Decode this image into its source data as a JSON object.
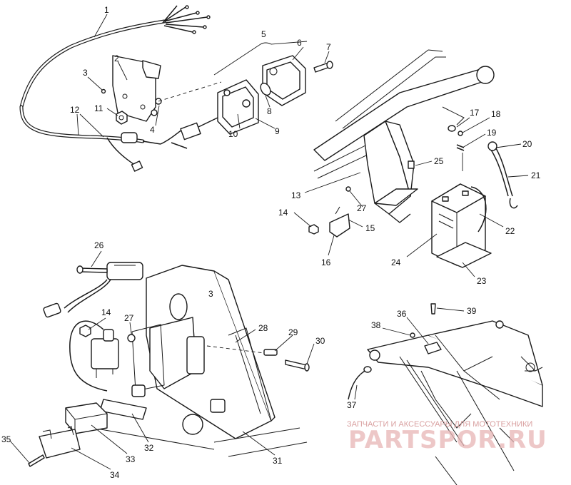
{
  "callouts": {
    "c1": "1",
    "c2": "2",
    "c3": "3",
    "c3b": "3",
    "c4": "4",
    "c5": "5",
    "c6": "6",
    "c7": "7",
    "c8": "8",
    "c9": "9",
    "c10": "10",
    "c11": "11",
    "c12": "12",
    "c13": "13",
    "c14": "14",
    "c14b": "14",
    "c15": "15",
    "c16": "16",
    "c17": "17",
    "c18": "18",
    "c19": "19",
    "c20": "20",
    "c21": "21",
    "c22": "22",
    "c23": "23",
    "c24": "24",
    "c25": "25",
    "c26": "26",
    "c27": "27",
    "c27b": "27",
    "c28": "28",
    "c29": "29",
    "c30": "30",
    "c31": "31",
    "c32": "32",
    "c33": "33",
    "c34": "34",
    "c35": "35",
    "c36": "36",
    "c37": "37",
    "c38": "38",
    "c39": "39"
  },
  "watermark": {
    "text": "ЗАПЧАСТИ И АКСЕССУАРЫ ДЛЯ МОТОТЕХНИКИ",
    "logo": "PARTSPOR.RU",
    "color": "#e8b5b5"
  }
}
